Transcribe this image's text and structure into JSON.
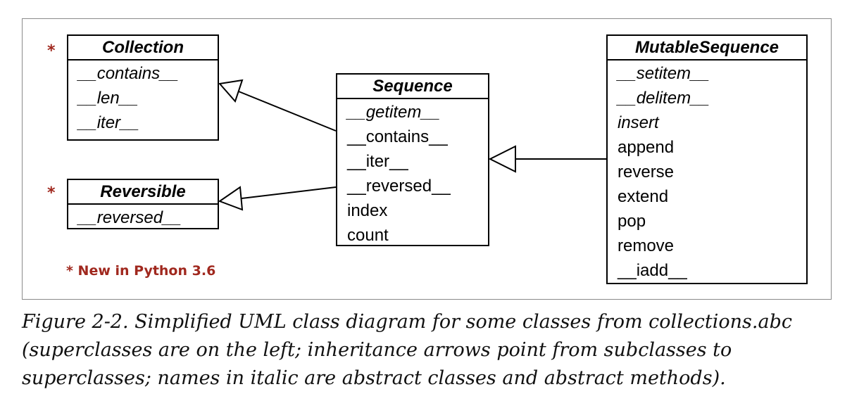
{
  "classes": {
    "collection": {
      "name": "Collection",
      "new_marker": "*",
      "methods": [
        {
          "label": "__contains__",
          "abstract": true
        },
        {
          "label": "__len__",
          "abstract": true
        },
        {
          "label": "__iter__",
          "abstract": true
        }
      ]
    },
    "reversible": {
      "name": "Reversible",
      "new_marker": "*",
      "methods": [
        {
          "label": "__reversed__",
          "abstract": true
        }
      ]
    },
    "sequence": {
      "name": "Sequence",
      "methods": [
        {
          "label": "__getitem__",
          "abstract": true
        },
        {
          "label": "__contains__",
          "abstract": false
        },
        {
          "label": "__iter__",
          "abstract": false
        },
        {
          "label": "__reversed__",
          "abstract": false
        },
        {
          "label": "index",
          "abstract": false
        },
        {
          "label": "count",
          "abstract": false
        }
      ]
    },
    "mutable_sequence": {
      "name": "MutableSequence",
      "methods": [
        {
          "label": "__setitem__",
          "abstract": true
        },
        {
          "label": "__delitem__",
          "abstract": true
        },
        {
          "label": "insert",
          "abstract": true
        },
        {
          "label": "append",
          "abstract": false
        },
        {
          "label": "reverse",
          "abstract": false
        },
        {
          "label": "extend",
          "abstract": false
        },
        {
          "label": "pop",
          "abstract": false
        },
        {
          "label": "remove",
          "abstract": false
        },
        {
          "label": "__iadd__",
          "abstract": false
        }
      ]
    }
  },
  "relations": [
    {
      "from": "Sequence",
      "to": "Collection",
      "type": "inheritance"
    },
    {
      "from": "Sequence",
      "to": "Reversible",
      "type": "inheritance"
    },
    {
      "from": "MutableSequence",
      "to": "Sequence",
      "type": "inheritance"
    }
  ],
  "legend": {
    "note": "* New in Python 3.6",
    "color": "#a0281e"
  },
  "caption": "Figure 2-2. Simplified UML class diagram for some classes from collections.abc (superclasses are on the left; inheritance arrows point from subclasses to superclasses; names in italic are abstract classes and abstract methods)."
}
